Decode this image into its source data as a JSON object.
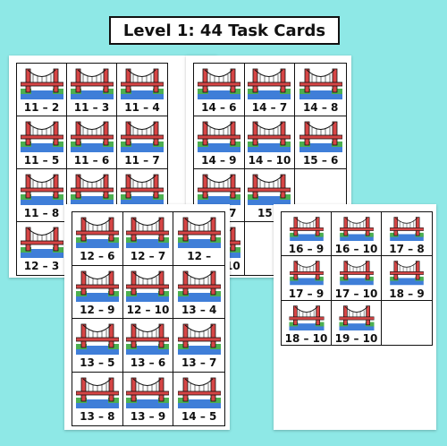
{
  "title": "Level 1: 44 Task Cards",
  "colors": {
    "background": "#8ee8e6",
    "bridge_red": "#d64545",
    "water_blue": "#3f7ed8",
    "grass_green": "#4caf50"
  },
  "icon": "golden-gate-bridge-icon",
  "sheets": {
    "sheet1": {
      "cards": [
        "11 – 2",
        "11 – 3",
        "11 – 4",
        "11 – 5",
        "11 – 6",
        "11 – 7",
        "11 – 8",
        "",
        "",
        "12 – 3",
        "",
        ""
      ]
    },
    "sheet2": {
      "cards": [
        "14 – 6",
        "14 – 7",
        "14 – 8",
        "14 – 9",
        "14 – 10",
        "15 – 6",
        "15 – 7",
        "15 – ",
        "",
        "15 – 10",
        "",
        ""
      ]
    },
    "sheet3": {
      "cards": [
        "12 – 6",
        "12 – 7",
        "12 – ",
        "12 – 9",
        "12 – 10",
        "13 – 4",
        "13 – 5",
        "13 – 6",
        "13 – 7",
        "13 – 8",
        "13 – 9",
        "14 – 5"
      ]
    },
    "sheet4": {
      "cards": [
        "16 – 9",
        "16 – 10",
        "17 – 8",
        "17 – 9",
        "17 – 10",
        "18 – 9",
        "18 – 10",
        "19 – 10",
        ""
      ]
    }
  }
}
